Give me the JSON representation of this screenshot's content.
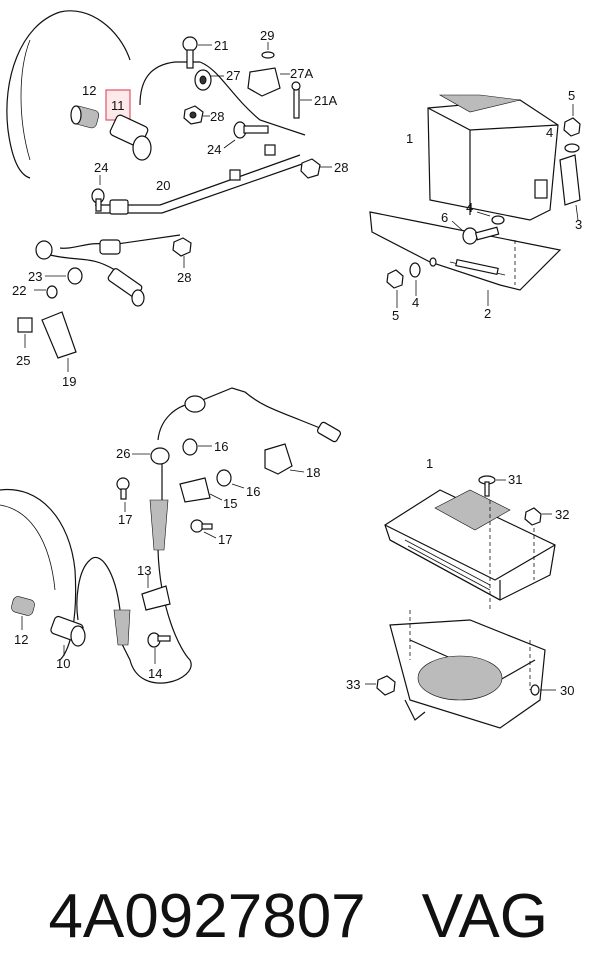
{
  "caption": {
    "part_number": "4A0927807",
    "brand": "VAG"
  },
  "highlight_color": "#e06070",
  "labels": {
    "c1": "1",
    "c2": "2",
    "c3": "3",
    "c4a": "4",
    "c4b": "4",
    "c4c": "4",
    "c5a": "5",
    "c5b": "5",
    "c6": "6",
    "c10": "10",
    "c11": "11",
    "c12a": "12",
    "c12b": "12",
    "c13": "13",
    "c14": "14",
    "c15": "15",
    "c16a": "16",
    "c16b": "16",
    "c17a": "17",
    "c17b": "17",
    "c18": "18",
    "c19": "19",
    "c20": "20",
    "c21": "21",
    "c21a": "21A",
    "c22": "22",
    "c23": "23",
    "c24a": "24",
    "c24b": "24",
    "c25": "25",
    "c26": "26",
    "c27": "27",
    "c27a": "27A",
    "c28a": "28",
    "c28b": "28",
    "c28c": "28",
    "c29": "29",
    "e1": "1",
    "e30": "30",
    "e31": "31",
    "e32": "32",
    "e33": "33"
  }
}
